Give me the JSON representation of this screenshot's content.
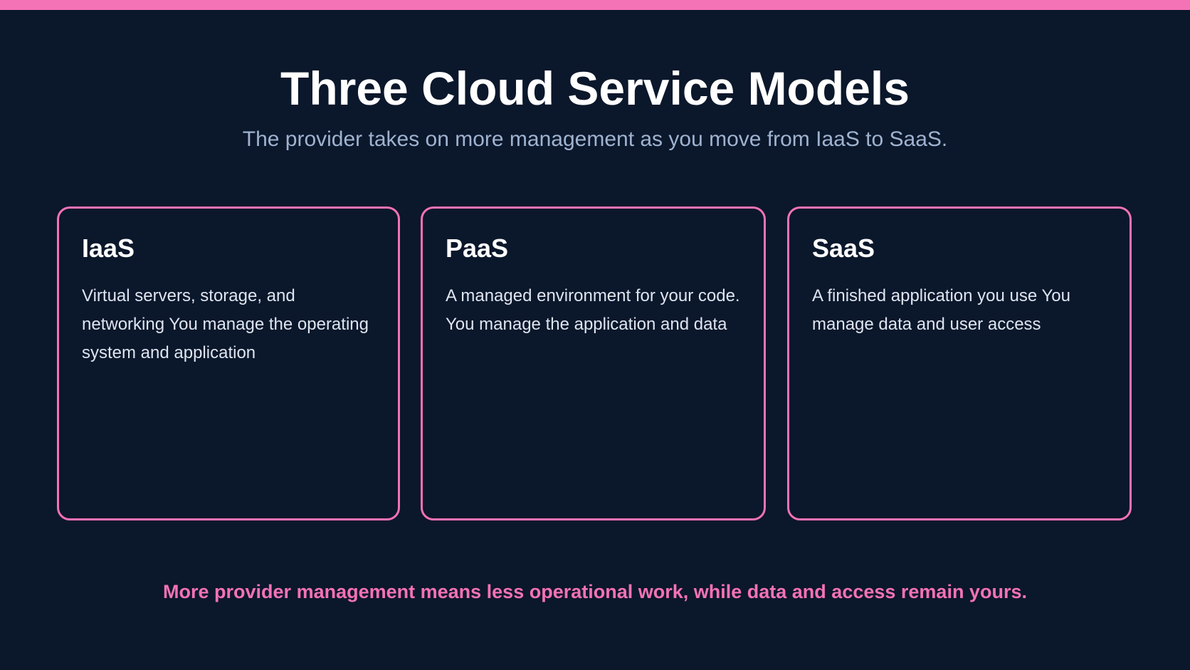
{
  "colors": {
    "background": "#0b172b",
    "accent": "#f472b6",
    "title": "#ffffff",
    "subtitle": "#9fb3cf",
    "card_text": "#dde5f0"
  },
  "header": {
    "title": "Three Cloud Service Models",
    "subtitle": "The provider takes on more management as you move from IaaS to SaaS."
  },
  "cards": [
    {
      "title": "IaaS",
      "description": "Virtual servers, storage, and networking You manage the operating system and application"
    },
    {
      "title": "PaaS",
      "description": "A managed environment for your code. You manage the application and data"
    },
    {
      "title": "SaaS",
      "description": "A finished application you use You manage data and user access"
    }
  ],
  "footer": {
    "note": "More provider management means less operational work, while data and access remain yours."
  }
}
